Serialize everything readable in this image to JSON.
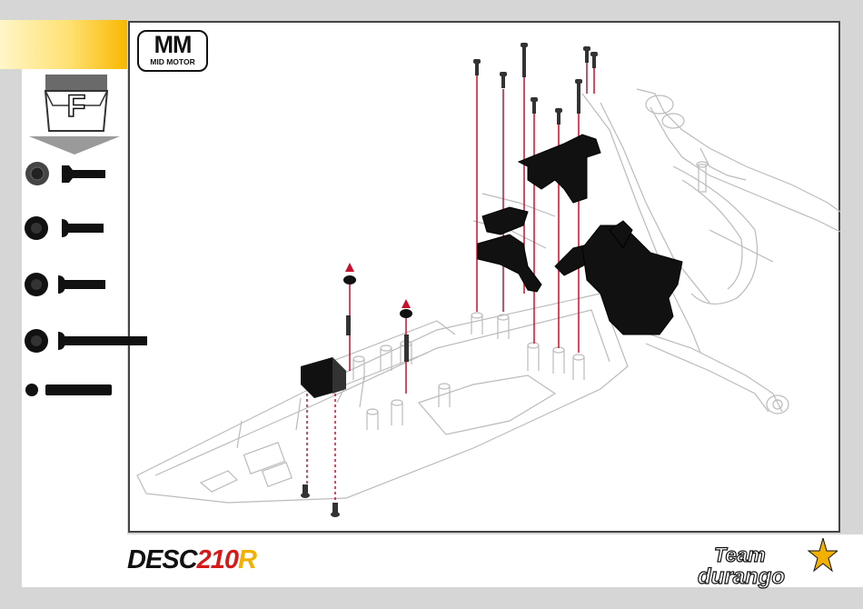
{
  "step": {
    "letter": "F"
  },
  "badge": {
    "big": "MM",
    "small": "MID MOTOR"
  },
  "parts": [
    {
      "name": "flat-head-screw"
    },
    {
      "name": "button-head-screw-short"
    },
    {
      "name": "button-head-screw-medium"
    },
    {
      "name": "button-head-screw-long"
    },
    {
      "name": "pin"
    }
  ],
  "footer": {
    "brand_main": "DESC",
    "brand_number": "210",
    "brand_suffix": "R",
    "logo_line1": "Team",
    "logo_line2": "durango"
  },
  "colors": {
    "tab_accent": "#f9b800",
    "guide_line": "#c8102e",
    "brand_red": "#d61a1a",
    "brand_gold": "#f2b000"
  }
}
